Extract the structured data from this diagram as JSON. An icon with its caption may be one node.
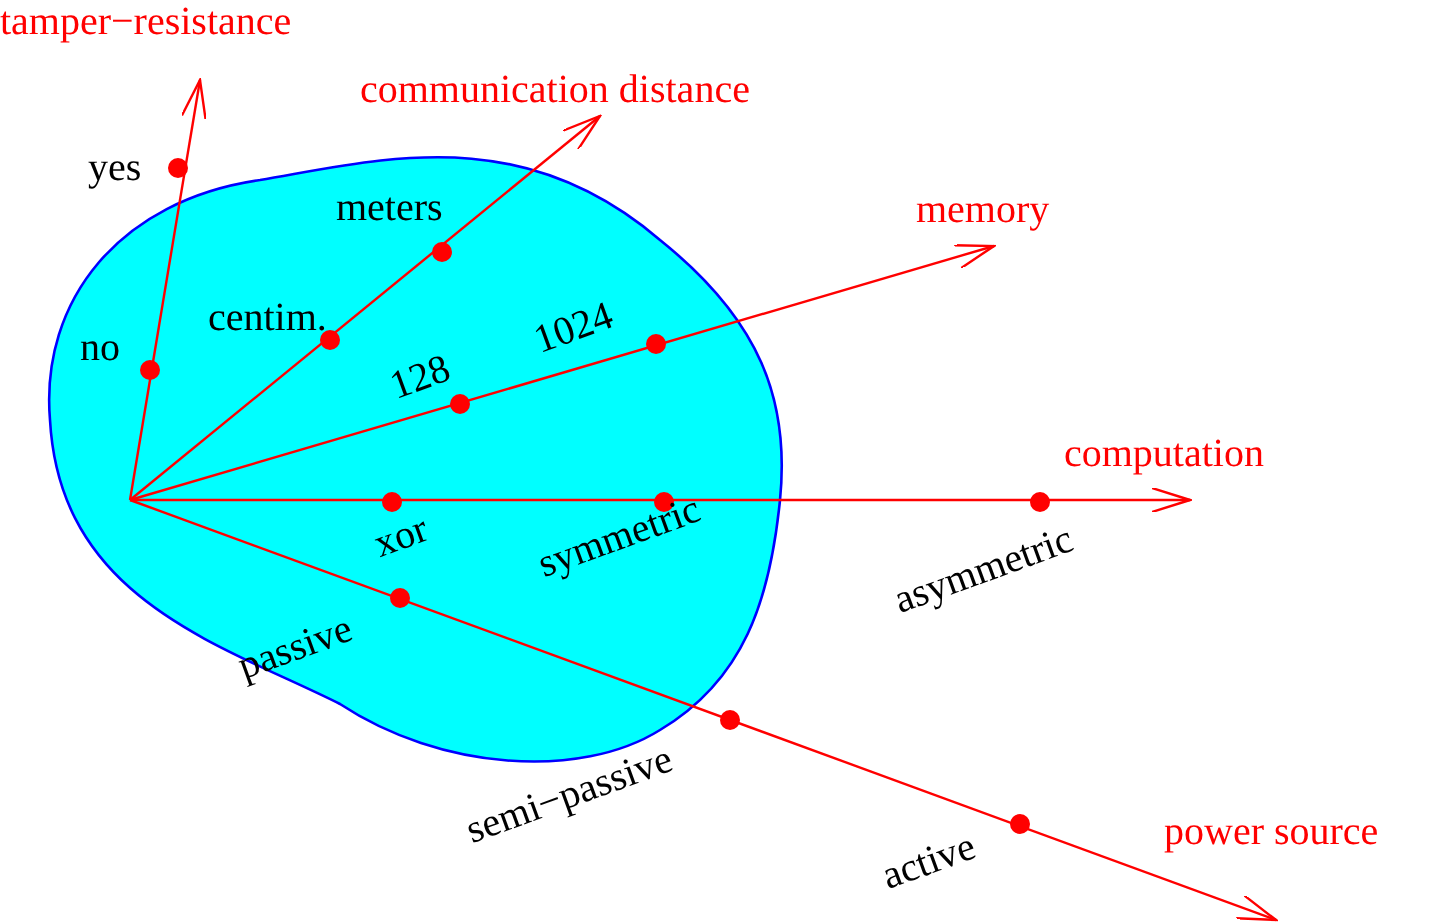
{
  "diagram": {
    "labels": [
      "tamper−resistance",
      "communication distance",
      "yes",
      "meters",
      "memory",
      "centim.",
      "no",
      "1024",
      "128",
      "computation",
      "xor",
      "symmetric",
      "asymmetric",
      "passive",
      "semi−passive",
      "active",
      "power source"
    ]
  }
}
